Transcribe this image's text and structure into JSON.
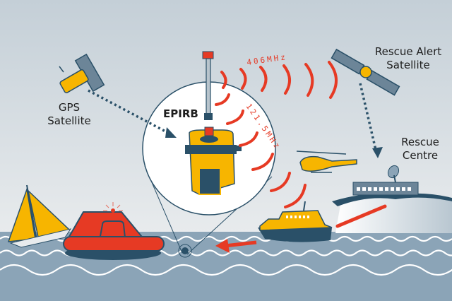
{
  "labels": {
    "gps": [
      "GPS",
      "Satellite"
    ],
    "rescue_alert": [
      "Rescue Alert",
      "Satellite"
    ],
    "rescue_centre": [
      "Rescue",
      "Centre"
    ],
    "epirb": "EPIRB",
    "freq_406": "406MHz",
    "freq_121": "121.5MHz"
  },
  "colors": {
    "sky_top": "#c4cfd7",
    "sky_bottom": "#e8ebed",
    "sea": "#8ba4b7",
    "yellow": "#f7b500",
    "red": "#e63a24",
    "navy": "#2a5068"
  }
}
